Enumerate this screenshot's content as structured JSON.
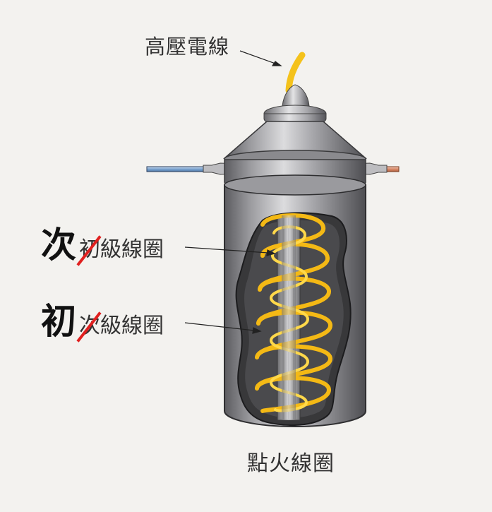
{
  "labels": {
    "high_voltage_wire": "高壓電線",
    "ignition_coil": "點火線圈"
  },
  "coil_labels": [
    {
      "corrected_char": "次",
      "struck_char": "初",
      "rest": "級線圈"
    },
    {
      "corrected_char": "初",
      "struck_char": "次",
      "rest": "級線圈"
    }
  ],
  "colors": {
    "background": "#f3f2ef",
    "coil": "#f7c51e",
    "body_dark": "#3d3d3f",
    "correction_strike": "#e0201f"
  }
}
